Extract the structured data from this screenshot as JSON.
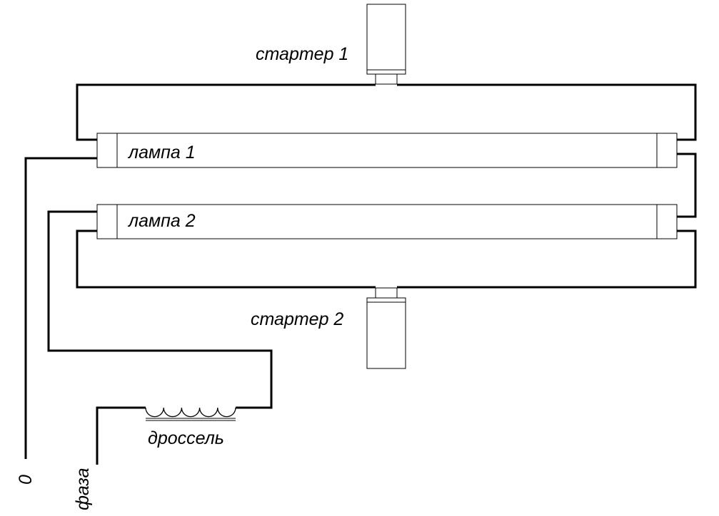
{
  "starter_1": {
    "label": "стартер 1"
  },
  "starter_2": {
    "label": "стартер 2"
  },
  "lamp_1": {
    "label": "лампа 1"
  },
  "lamp_2": {
    "label": "лампа 2"
  },
  "choke": {
    "label": "дроссель"
  },
  "neutral": {
    "label": "0"
  },
  "phase": {
    "label": "фаза"
  }
}
